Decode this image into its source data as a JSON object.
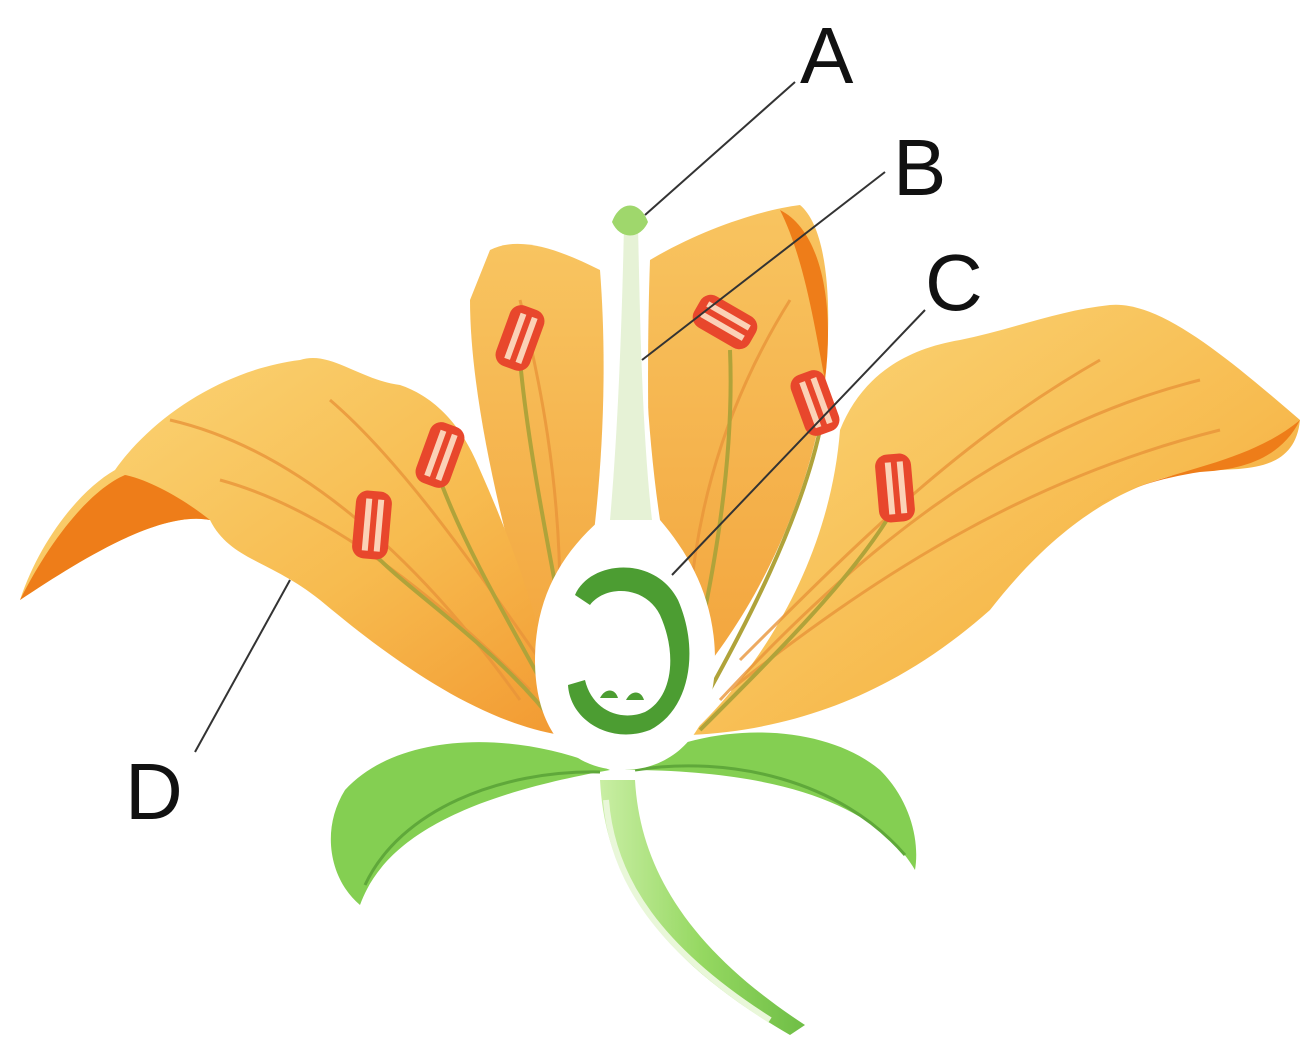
{
  "labels": {
    "a": "A",
    "b": "B",
    "c": "C",
    "d": "D"
  },
  "parts": {
    "a": "stigma",
    "b": "style",
    "c": "ovary",
    "d": "petal"
  },
  "colors": {
    "petal_light": "#f9c45a",
    "petal_mid": "#f3a338",
    "petal_dark": "#ee7d19",
    "petal_vein": "#e9953a",
    "anther": "#e8472c",
    "anther_inner": "#fbd2b7",
    "filament": "#b0a33a",
    "stem_green": "#8fd35d",
    "sepal_green": "#84cf52",
    "ovary_green": "#4c9d32",
    "pistil_pale": "#e6f2d6",
    "leader_line": "#333333"
  }
}
